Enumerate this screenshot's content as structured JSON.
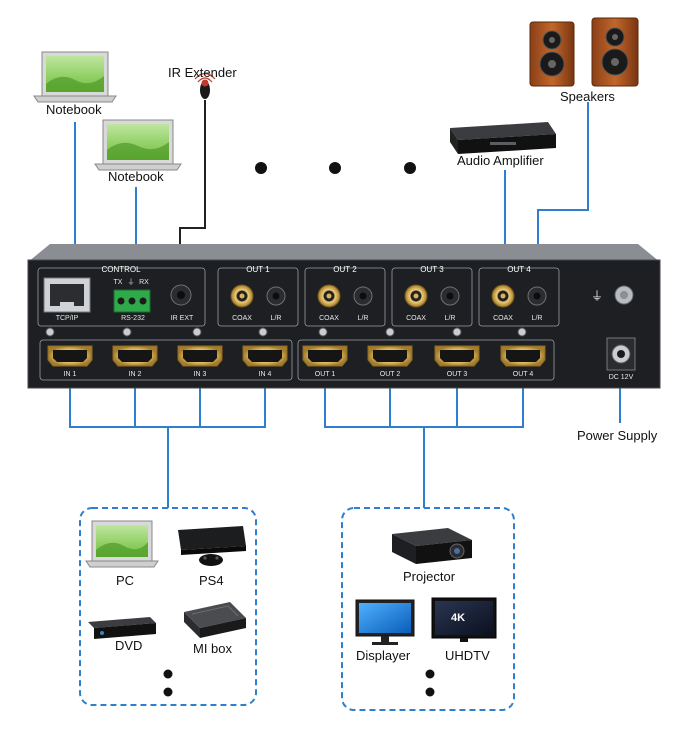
{
  "labels": {
    "notebook_1": "Notebook",
    "notebook_2": "Notebook",
    "ir_extender": "IR Extender",
    "speakers": "Speakers",
    "audio_amplifier": "Audio Amplifier",
    "power_supply": "Power Supply",
    "pc": "PC",
    "ps4": "PS4",
    "dvd": "DVD",
    "mi_box": "MI box",
    "projector": "Projector",
    "displayer": "Displayer",
    "uhdtv": "UHDTV"
  },
  "panel": {
    "control": "CONTROL",
    "tx": "TX",
    "rx": "RX",
    "tcpip": "TCP/IP",
    "rs232": "RS-232",
    "ir_ext": "IR EXT",
    "dc": "DC 12V",
    "audio_outs": [
      {
        "title": "OUT 1",
        "coax": "COAX",
        "lr": "L/R"
      },
      {
        "title": "OUT 2",
        "coax": "COAX",
        "lr": "L/R"
      },
      {
        "title": "OUT 3",
        "coax": "COAX",
        "lr": "L/R"
      },
      {
        "title": "OUT 4",
        "coax": "COAX",
        "lr": "L/R"
      }
    ],
    "hdmi_inputs": [
      "IN 1",
      "IN 2",
      "IN 3",
      "IN 4"
    ],
    "hdmi_outputs": [
      "OUT 1",
      "OUT 2",
      "OUT 3",
      "OUT 4"
    ]
  },
  "tv_badge": "4K",
  "colors": {
    "connector": "#2f7fd0",
    "panel": "#1d1f22",
    "gold": "#c8a24a",
    "group_border": "#2f7fd0"
  }
}
